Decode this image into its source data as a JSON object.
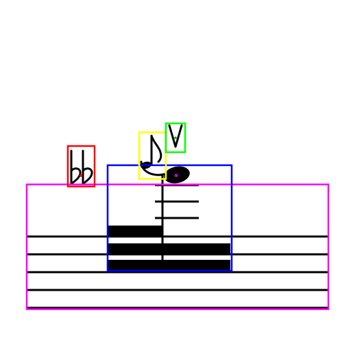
{
  "colors": {
    "background": "#ffffff",
    "ink": "#000000",
    "staff_box": "#ff00ff",
    "beam_group_box": "#0000ff",
    "flag_box": "#ffff00",
    "accidental_box": "#ff0000",
    "articulation_box": "#00ff00",
    "notehead_marker": "#cc00cc"
  },
  "annotations": [
    {
      "label": "staff",
      "color": "#ff00ff"
    },
    {
      "label": "beam-group",
      "color": "#0000ff"
    },
    {
      "label": "flag-8th-up",
      "color": "#ffff00"
    },
    {
      "label": "double-flat-accidental",
      "color": "#ff0000"
    },
    {
      "label": "up-bow-articulation",
      "color": "#00ff00"
    }
  ],
  "icons": {
    "double_flat": "double-flat-icon",
    "up_bow": "up-bow-icon",
    "eighth_flag": "eighth-flag-icon",
    "notehead": "notehead-black-icon"
  }
}
